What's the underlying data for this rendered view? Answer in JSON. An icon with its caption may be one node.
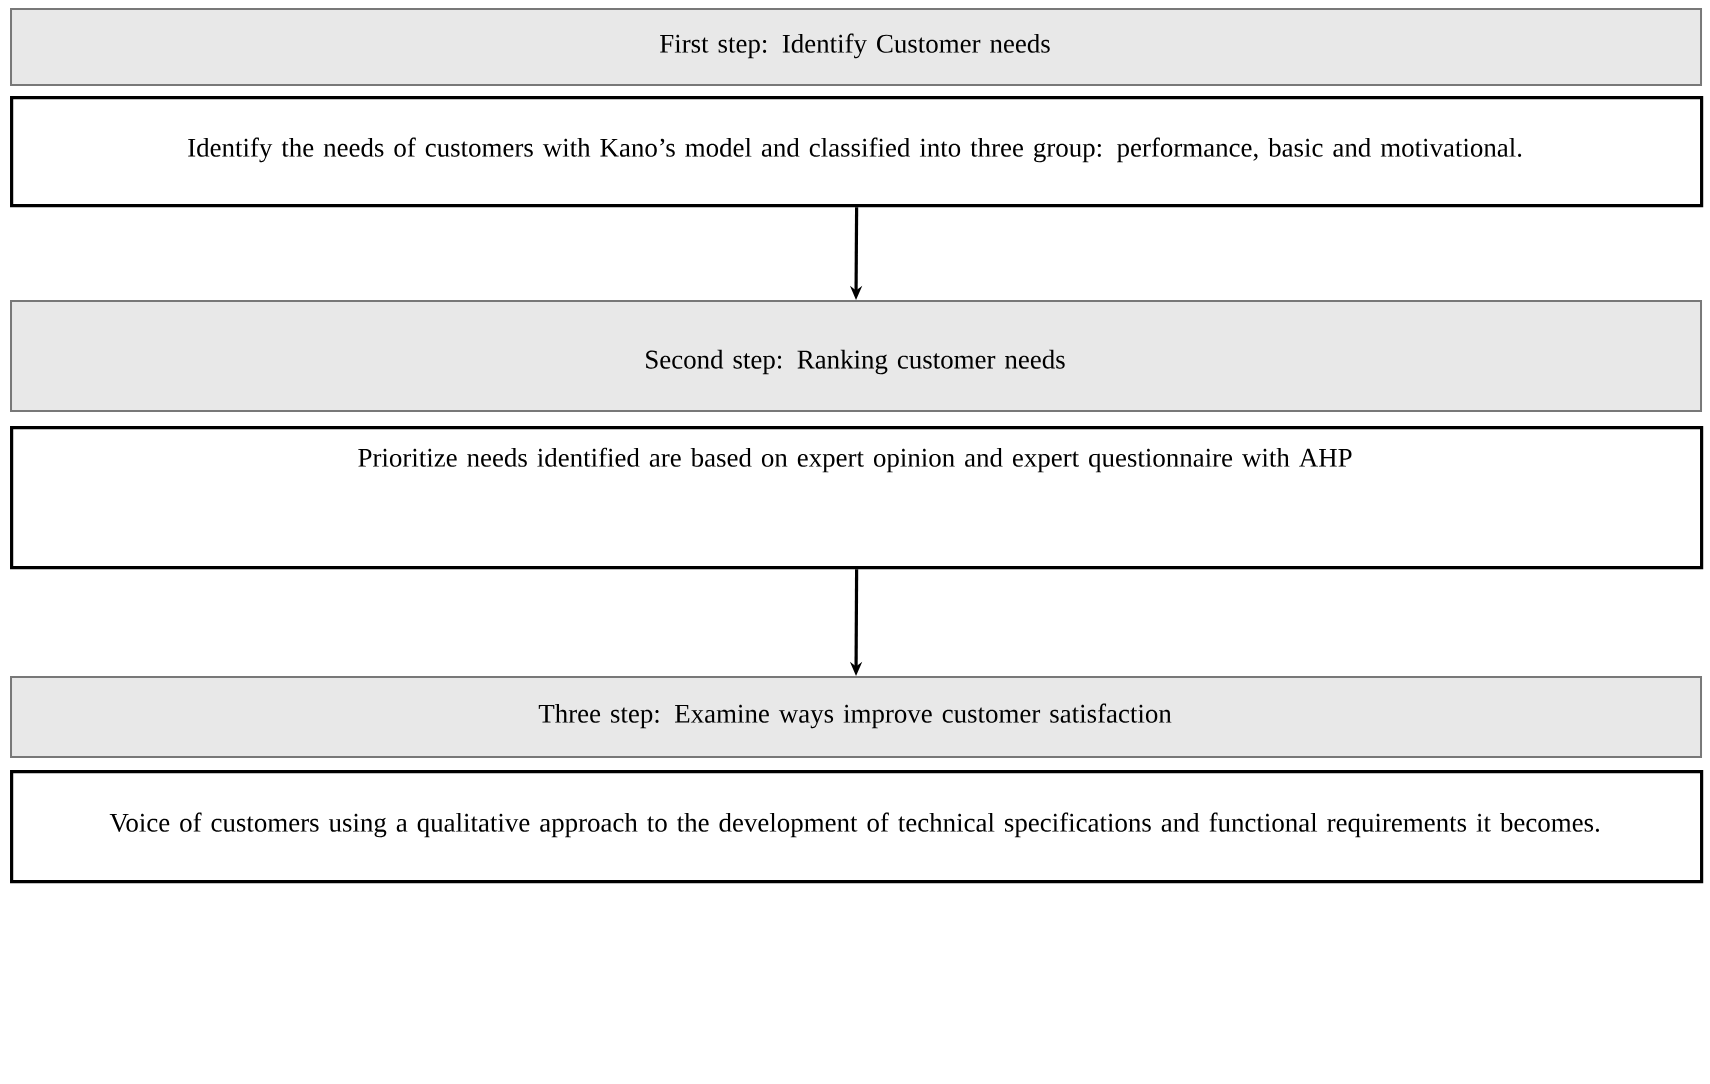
{
  "diagram": {
    "nodes": [
      {
        "text": [
          "First step: Identify Customer needs"
        ]
      },
      {
        "text": [
          "Identify the needs of customers with Kano’s model and classified into three group: performance, basic and motivational."
        ]
      },
      {
        "text": [
          "Second step: Ranking customer needs"
        ]
      },
      {
        "text": [
          "Prioritize needs identified are based on expert opinion and expert questionnaire with AHP"
        ]
      },
      {
        "text": [
          "Three step: Examine ways improve customer satisfaction"
        ]
      },
      {
        "text": [
          "Voice of customers using a qualitative approach to the development of technical specifications and functional requirements it becomes."
        ]
      }
    ],
    "edges": [
      {
        "from": 1,
        "to": 2,
        "arrow": "to"
      },
      {
        "from": 3,
        "to": 4,
        "arrow": "to"
      }
    ]
  }
}
